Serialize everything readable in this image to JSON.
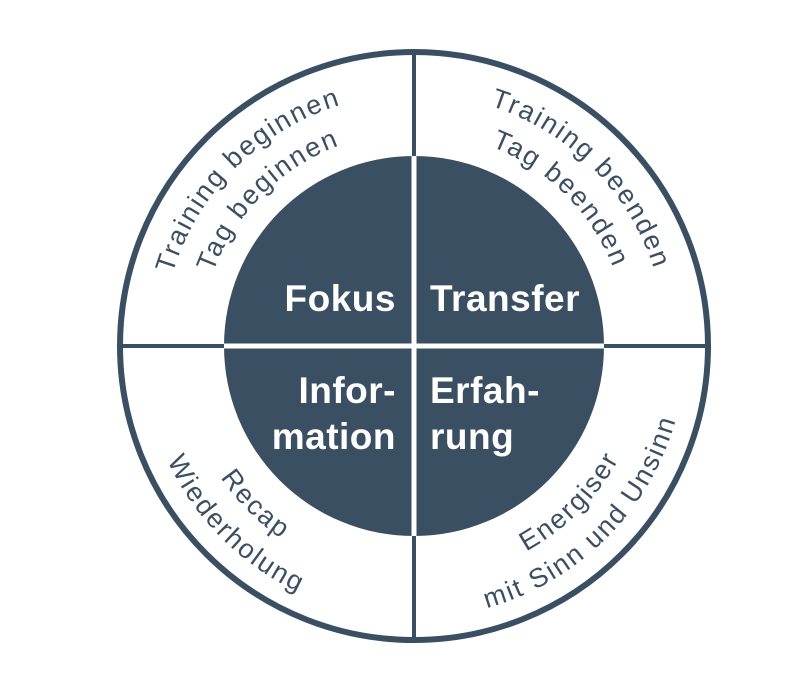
{
  "diagram": {
    "type": "quadrant-cycle-diagram",
    "colors": {
      "primary_dark": "#3b4f63",
      "background": "#ffffff",
      "center_label_text": "#ffffff",
      "ring_label_text": "#3b4f63"
    },
    "quadrants": [
      {
        "id": "top-left",
        "center_label": "Fokus",
        "ring_outer_text": "Training beginnen",
        "ring_inner_text": "Tag beginnen"
      },
      {
        "id": "top-right",
        "center_label": "Transfer",
        "ring_outer_text": "Training beenden",
        "ring_inner_text": "Tag beenden"
      },
      {
        "id": "bottom-left",
        "center_label": "Infor-\nmation",
        "ring_outer_text": "Wiederholung",
        "ring_inner_text": "Recap"
      },
      {
        "id": "bottom-right",
        "center_label": "Erfah-\nrung",
        "ring_outer_text": "mit Sinn und Unsinn",
        "ring_inner_text": "Energiser"
      }
    ]
  }
}
